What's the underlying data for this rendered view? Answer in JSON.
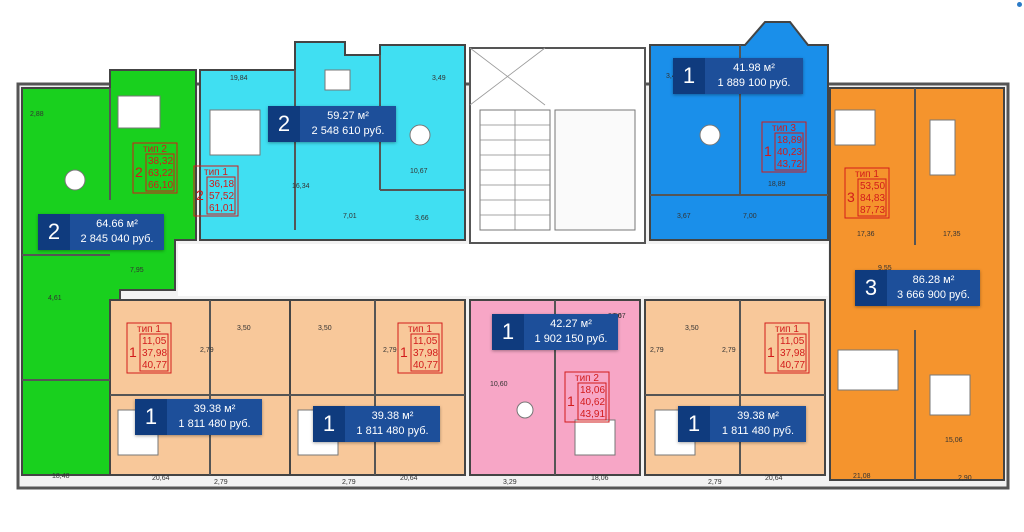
{
  "apartments": [
    {
      "id": "a1",
      "rooms": "2",
      "area": "59.27 м²",
      "price": "2 548 610 руб.",
      "color": "#40dff2"
    },
    {
      "id": "a2",
      "rooms": "1",
      "area": "41.98 м²",
      "price": "1 889 100 руб.",
      "color": "#1a8fea"
    },
    {
      "id": "a3",
      "rooms": "2",
      "area": "64.66 м²",
      "price": "2 845 040 руб.",
      "color": "#19d01e"
    },
    {
      "id": "a4",
      "rooms": "3",
      "area": "86.28 м²",
      "price": "3 666 900 руб.",
      "color": "#f5942d"
    },
    {
      "id": "a5",
      "rooms": "1",
      "area": "42.27 м²",
      "price": "1 902 150 руб.",
      "color": "#f7a6c6"
    },
    {
      "id": "a6",
      "rooms": "1",
      "area": "39.38 м²",
      "price": "1 811 480 руб.",
      "color": "#f8c89a"
    },
    {
      "id": "a7",
      "rooms": "1",
      "area": "39.38 м²",
      "price": "1 811 480 руб.",
      "color": "#f8c89a"
    },
    {
      "id": "a8",
      "rooms": "1",
      "area": "39.38 м²",
      "price": "1 811 480 руб.",
      "color": "#f8c89a"
    }
  ],
  "type_boxes": [
    {
      "id": "t1",
      "label": "тип 2",
      "rooms": "2",
      "lines": [
        "38,32",
        "63,22",
        "66,10"
      ]
    },
    {
      "id": "t2",
      "label": "тип 1",
      "rooms": "2",
      "lines": [
        "36,18",
        "57,52",
        "61,01"
      ]
    },
    {
      "id": "t3",
      "label": "тип 3",
      "rooms": "1",
      "lines": [
        "18,89",
        "40,23",
        "43,72"
      ]
    },
    {
      "id": "t4",
      "label": "тип 1",
      "rooms": "3",
      "lines": [
        "53,50",
        "84,83",
        "87,73"
      ]
    },
    {
      "id": "t5",
      "label": "тип 1",
      "rooms": "1",
      "lines": [
        "11,05",
        "37,98",
        "40,77"
      ]
    },
    {
      "id": "t6",
      "label": "тип 1",
      "rooms": "1",
      "lines": [
        "11,05",
        "37,98",
        "40,77"
      ]
    },
    {
      "id": "t7",
      "label": "тип 2",
      "rooms": "1",
      "lines": [
        "18,06",
        "40,62",
        "43,91"
      ]
    },
    {
      "id": "t8",
      "label": "тип 1",
      "rooms": "1",
      "lines": [
        "11,05",
        "37,98",
        "40,77"
      ]
    }
  ],
  "room_labels": [
    "2,88",
    "19,84",
    "3,49",
    "3,45",
    "16,34",
    "10,67",
    "7,01",
    "3,66",
    "3,67",
    "7,00",
    "18,89",
    "17,36",
    "17,35",
    "7,95",
    "4,61",
    "9,55",
    "3,50",
    "3,50",
    "3,50",
    "3,50",
    "2,79",
    "2,79",
    "2,79",
    "2,79",
    "10,60",
    "18,48",
    "20,64",
    "2,79",
    "2,79",
    "20,64",
    "3,29",
    "18,06",
    "2,79",
    "20,64",
    "21,08",
    "15,06",
    "2,90",
    "3,67"
  ]
}
